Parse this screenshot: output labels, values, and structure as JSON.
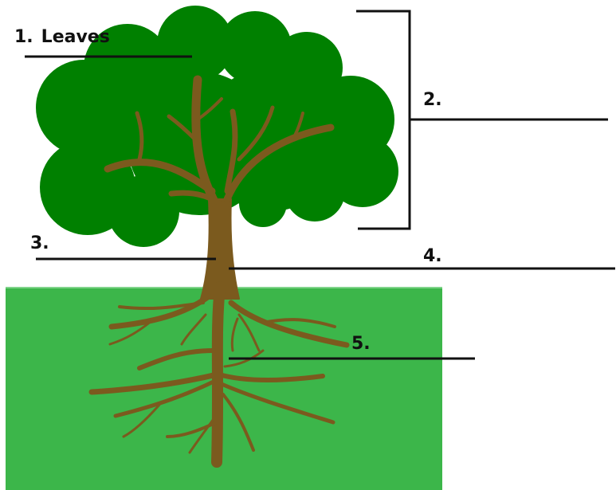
{
  "colors": {
    "ground": "#3cb64a",
    "canopy": "#008000",
    "trunk": "#7b5a1e",
    "lines": "#111111",
    "background": "#ffffff"
  },
  "labels": [
    {
      "number": "1.",
      "answer": "Leaves"
    },
    {
      "number": "2.",
      "answer": ""
    },
    {
      "number": "3.",
      "answer": ""
    },
    {
      "number": "4.",
      "answer": ""
    },
    {
      "number": "5.",
      "answer": ""
    }
  ]
}
